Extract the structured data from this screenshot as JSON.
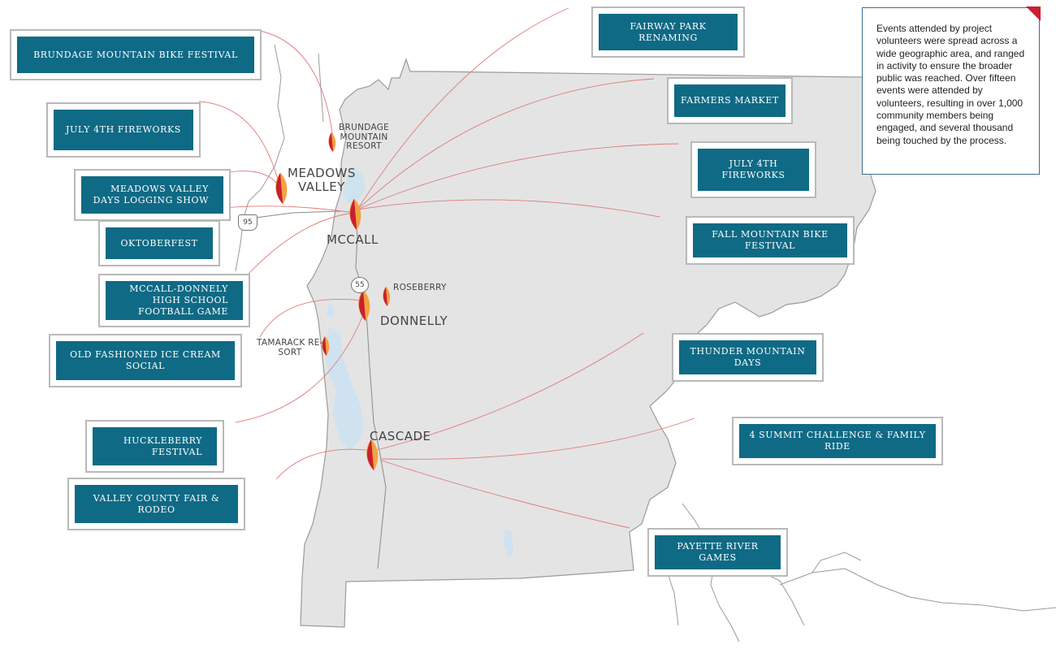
{
  "map": {
    "note": "Events attended by project volunteers were spread across a wide geographic area, and ranged in activity to ensure the broader public was reached.  Over fifteen events were attended by volunteers, resulting in over 1,000 community members being engaged, and several thousand being touched by the process.",
    "towns": {
      "meadows_valley": "MEADOWS\nVALLEY",
      "mccall": "MCCALL",
      "donnelly": "DONNELLY",
      "cascade": "CASCADE",
      "brundage": "BRUNDAGE\nMOUNTAIN\nRESORT",
      "roseberry": "ROSEBERRY",
      "tamarack": "TAMARACK RE-\nSORT"
    },
    "highways": {
      "us95": "95",
      "id55": "55"
    },
    "events_left": [
      "BRUNDAGE MOUNTAIN BIKE FESTIVAL",
      "JULY 4TH FIREWORKS",
      "MEADOWS VALLEY DAYS LOGGING SHOW",
      "OKTOBERFEST",
      "MCCALL-DONNELY HIGH SCHOOL FOOTBALL GAME",
      "OLD FASHIONED ICE CREAM SOCIAL",
      "HUCKLEBERRY FESTIVAL",
      "VALLEY COUNTY FAIR & RODEO"
    ],
    "events_right": [
      "FAIRWAY PARK RENAMING",
      "FARMERS MARKET",
      "JULY 4TH FIREWORKS",
      "FALL MOUNTAIN BIKE FESTIVAL",
      "THUNDER MOUNTAIN DAYS",
      "4 SUMMIT CHALLENGE & FAMILY RIDE",
      "PAYETTE RIVER GAMES"
    ],
    "colors": {
      "box": "#0f6a85",
      "county": "#e4e4e4",
      "water": "#cfe2f0",
      "leader": "#e07a7a",
      "accent": "#c8202f"
    },
    "icons": {
      "marker": "leaf-marker-icon"
    }
  }
}
